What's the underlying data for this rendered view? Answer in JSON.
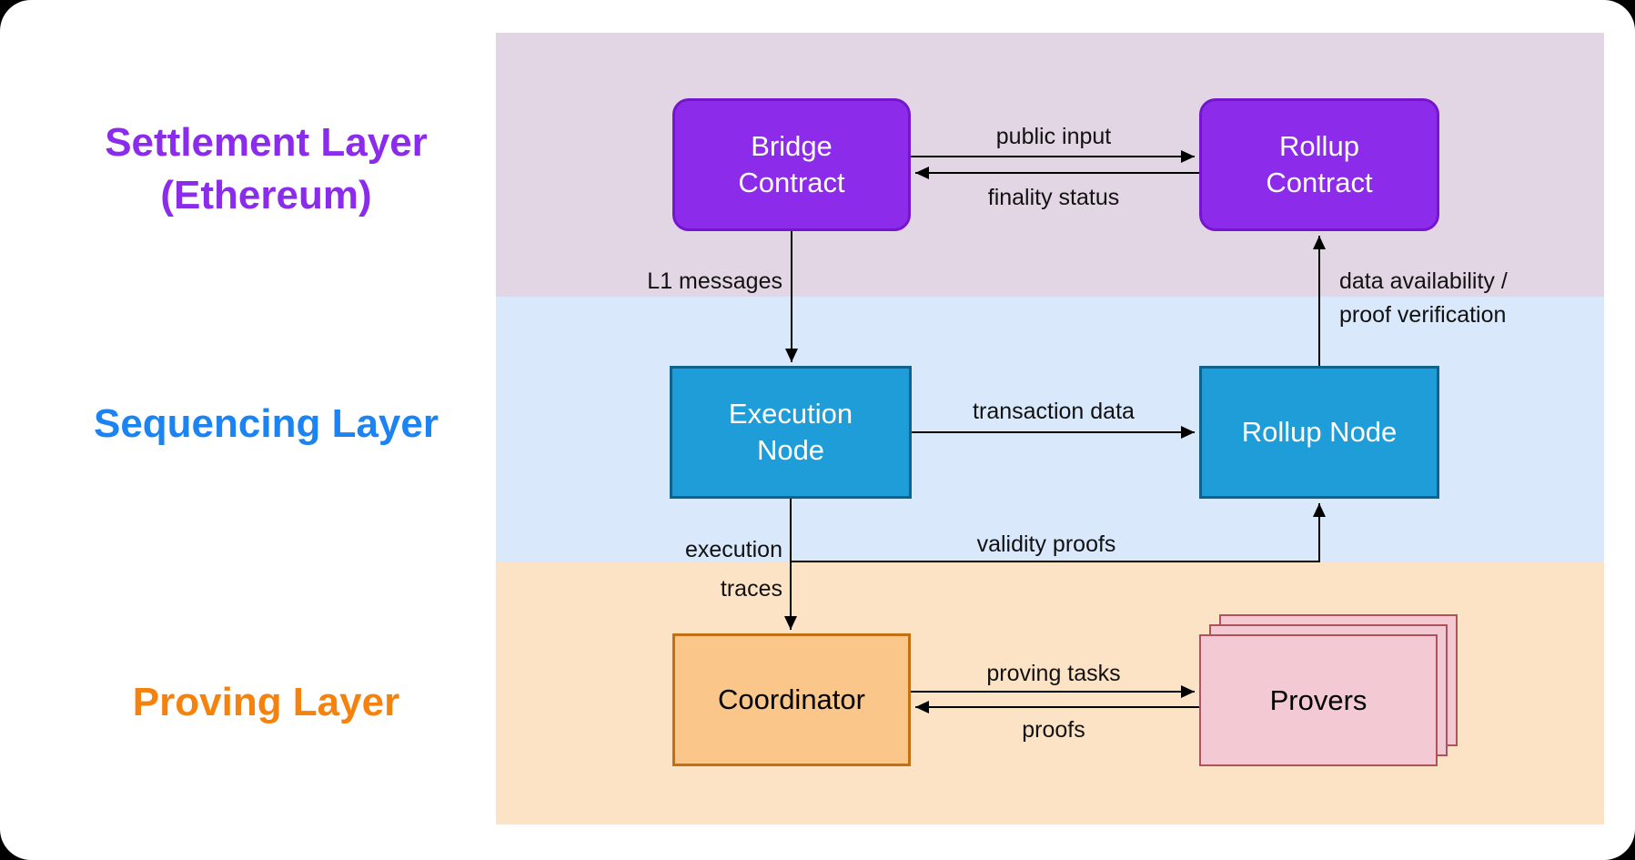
{
  "canvas": {
    "background": "#000000",
    "card_background": "#FFFFFF",
    "arrow_color": "#000000"
  },
  "layers": [
    {
      "name": "settlement",
      "label": "Settlement Layer\n(Ethereum)",
      "label_color": "#8B2BEC",
      "band_color": "#E3D6E4"
    },
    {
      "name": "sequencing",
      "label": "Sequencing Layer",
      "label_color": "#1B84F2",
      "band_color": "#DAE8FC"
    },
    {
      "name": "proving",
      "label": "Proving Layer",
      "label_color": "#F5820D",
      "band_color": "#FDE3C6"
    }
  ],
  "nodes": {
    "bridge_contract": {
      "label": "Bridge\nContract",
      "layer": "settlement",
      "fill": "#8D2BEB",
      "border": "#7515CE",
      "text_color": "#FFFFFF",
      "shape": "rounded-rect"
    },
    "rollup_contract": {
      "label": "Rollup\nContract",
      "layer": "settlement",
      "fill": "#8D2BEB",
      "border": "#7515CE",
      "text_color": "#FFFFFF",
      "shape": "rounded-rect"
    },
    "execution_node": {
      "label": "Execution\nNode",
      "layer": "sequencing",
      "fill": "#1E9DD8",
      "border": "#0D6390",
      "text_color": "#FFFFFF",
      "shape": "rect"
    },
    "rollup_node": {
      "label": "Rollup Node",
      "layer": "sequencing",
      "fill": "#1E9DD8",
      "border": "#0D6390",
      "text_color": "#FFFFFF",
      "shape": "rect"
    },
    "coordinator": {
      "label": "Coordinator",
      "layer": "proving",
      "fill": "#FBC689",
      "border": "#C36F12",
      "text_color": "#000000",
      "shape": "rect"
    },
    "provers": {
      "label": "Provers",
      "layer": "proving",
      "fill": "#F3CAD3",
      "border": "#AF525C",
      "text_color": "#000000",
      "shape": "stacked-rect-x3"
    }
  },
  "edges": {
    "public_input": {
      "label": "public input",
      "from": "bridge_contract",
      "to": "rollup_contract"
    },
    "finality_status": {
      "label": "finality status",
      "from": "rollup_contract",
      "to": "bridge_contract"
    },
    "l1_messages": {
      "label": "L1 messages",
      "from": "bridge_contract",
      "to": "execution_node"
    },
    "transaction_data": {
      "label": "transaction data",
      "from": "execution_node",
      "to": "rollup_node"
    },
    "data_availability": {
      "label": "data availability /\nproof verification",
      "from": "rollup_node",
      "to": "rollup_contract"
    },
    "execution_traces": {
      "label": "execution\ntraces",
      "from": "execution_node",
      "to": "coordinator"
    },
    "validity_proofs": {
      "label": "validity proofs",
      "from": "execution_node",
      "to": "rollup_node"
    },
    "proving_tasks": {
      "label": "proving tasks",
      "from": "coordinator",
      "to": "provers"
    },
    "proofs": {
      "label": "proofs",
      "from": "provers",
      "to": "coordinator"
    }
  }
}
